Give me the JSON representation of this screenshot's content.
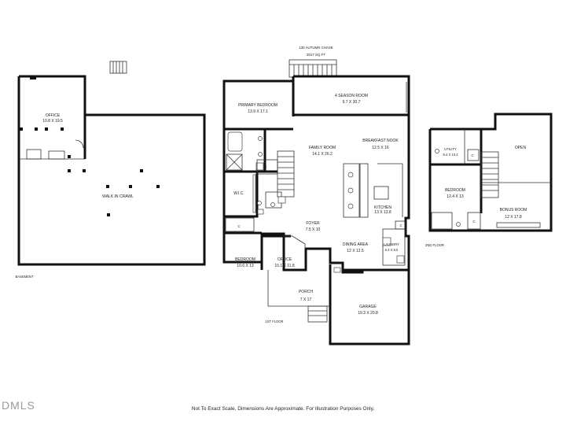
{
  "header": {
    "address": "130 AUTUMN CHASE",
    "sqft": "3017 SQ FT"
  },
  "floors": {
    "basement": "BASEMENT",
    "first": "1ST FLOOR",
    "second": "2ND FLOOR"
  },
  "rooms": {
    "b_office": {
      "name": "OFFICE",
      "dims": "10.8 X 19.5"
    },
    "b_crawl": {
      "name": "WALK IN CRAWL"
    },
    "primary": {
      "name": "PRIMARY BEDROOM",
      "dims": "13.9 X 17.1"
    },
    "season": {
      "name": "4 SEASON ROOM",
      "dims": "9.7 X 30.7"
    },
    "family": {
      "name": "FAMILY ROOM",
      "dims": "14.1 X 26.2"
    },
    "breakfast": {
      "name": "BREAKFAST NOOK",
      "dims": "12.5 X 16"
    },
    "wic": {
      "name": "W.I.C."
    },
    "kitchen": {
      "name": "KITCHEN",
      "dims": "13 X 13.8"
    },
    "foyer": {
      "name": "FOYER",
      "dims": "7.5 X 10"
    },
    "dining": {
      "name": "DINING AREA",
      "dims": "12 X 12.5"
    },
    "laundry": {
      "name": "LAUNDRY",
      "dims": "6.3 X 8.5"
    },
    "bedroom1": {
      "name": "BEDROOM",
      "dims": "10.6 X 13"
    },
    "office1": {
      "name": "OFFICE",
      "dims": "10.1 X 11.8"
    },
    "porch": {
      "name": "PORCH",
      "dims": "7 X 17"
    },
    "garage": {
      "name": "GARAGE",
      "dims": "19.3 X 20.8"
    },
    "utility": {
      "name": "UTILITY",
      "dims": "8.4 X 13.4"
    },
    "open": {
      "name": "OPEN"
    },
    "bedroom2": {
      "name": "BEDROOM",
      "dims": "12.4 X 13"
    },
    "bonus": {
      "name": "BONUS ROOM",
      "dims": "12 X 17.8"
    }
  },
  "closet_label": "C",
  "footer_note": "Not To Exact Scale, Dimensions Are Approximate. For Illustration Purposes Only.",
  "brand": "DMLS"
}
